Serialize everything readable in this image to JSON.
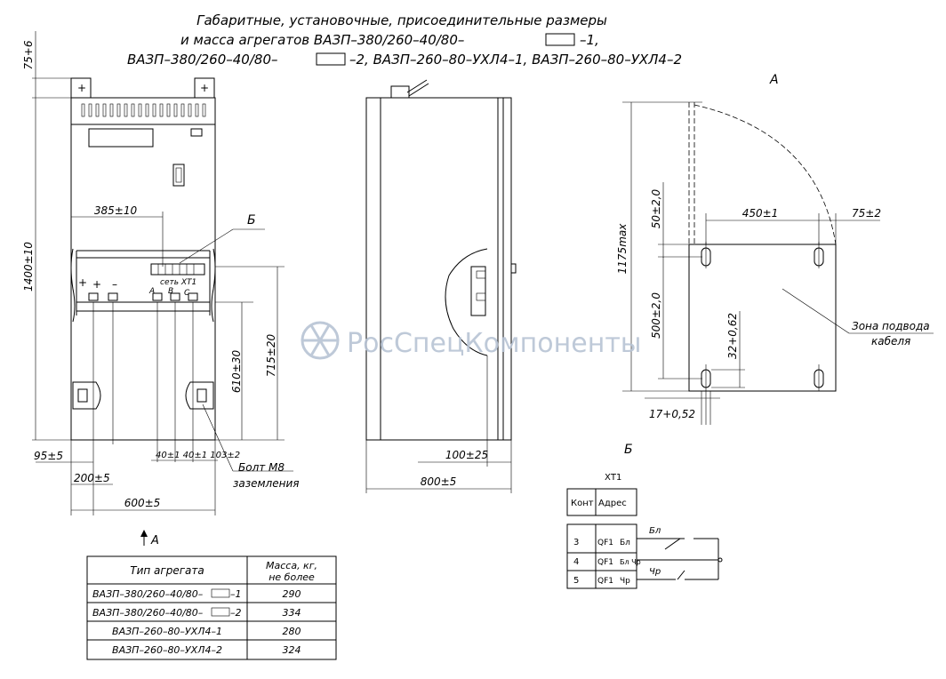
{
  "title": {
    "line1": "Габаритные, установочные, присоединительные размеры",
    "line2_a": "и  масса  агрегатов   ВАЗП–380/260–40/80–",
    "line2_b": "–1,",
    "line3_a": "ВАЗП–380/260–40/80–",
    "line3_b": "–2,  ВАЗП–260–80–УХЛ4–1,  ВАЗП–260–80–УХЛ4–2"
  },
  "front_view": {
    "dim_top": "75+6",
    "dim_height": "1400±10",
    "dim_385": "385±10",
    "dim_610": "610±30",
    "dim_715": "715±20",
    "dim_95": "95±5",
    "dim_200": "200±5",
    "dim_600": "600±5",
    "dim_small": "40±1 40±1 103±2",
    "label_b": "Б",
    "terminal_label": "сеть  ХТ1",
    "plus1": "+",
    "plus2": "+",
    "minus": "–",
    "phase_a": "A",
    "phase_b": "B",
    "phase_c": "C",
    "bolt_label": "Болт М8",
    "ground_label": "заземления",
    "arrow_a": "А"
  },
  "side_view": {
    "dim_100": "100±25",
    "dim_800": "800±5"
  },
  "detail_a": {
    "label": "А",
    "dim_1175": "1175max",
    "dim_450": "450±1",
    "dim_75": "75±2",
    "dim_50": "50±2,0",
    "dim_500": "500±2,0",
    "dim_32": "32+0,62",
    "dim_17": "17+0,52",
    "zone_label_1": "Зона подвода",
    "zone_label_2": "кабеля"
  },
  "detail_b": {
    "label": "Б",
    "block_name": "ХТ1",
    "col_contact": "Конт",
    "col_address": "Адрес",
    "rows": [
      {
        "contact": "3",
        "addr": "QF1",
        "wire": "Бл"
      },
      {
        "contact": "4",
        "addr": "QF1",
        "wire": "Бл Чр"
      },
      {
        "contact": "5",
        "addr": "QF1",
        "wire": "Чр"
      }
    ],
    "wire_bl": "Бл",
    "wire_chr": "Чр"
  },
  "mass_table": {
    "header_type": "Тип агрегата",
    "header_mass_1": "Масса, кг,",
    "header_mass_2": "не более",
    "rows": [
      {
        "type": "ВАЗП–380/260–40/80–",
        "suffix": "–1",
        "mass": "290"
      },
      {
        "type": "ВАЗП–380/260–40/80–",
        "suffix": "–2",
        "mass": "334"
      },
      {
        "type": "ВАЗП–260–80–УХЛ4–1",
        "suffix": "",
        "mass": "280"
      },
      {
        "type": "ВАЗП–260–80–УХЛ4–2",
        "suffix": "",
        "mass": "324"
      }
    ]
  },
  "watermark": "РосСпецКомпоненты"
}
